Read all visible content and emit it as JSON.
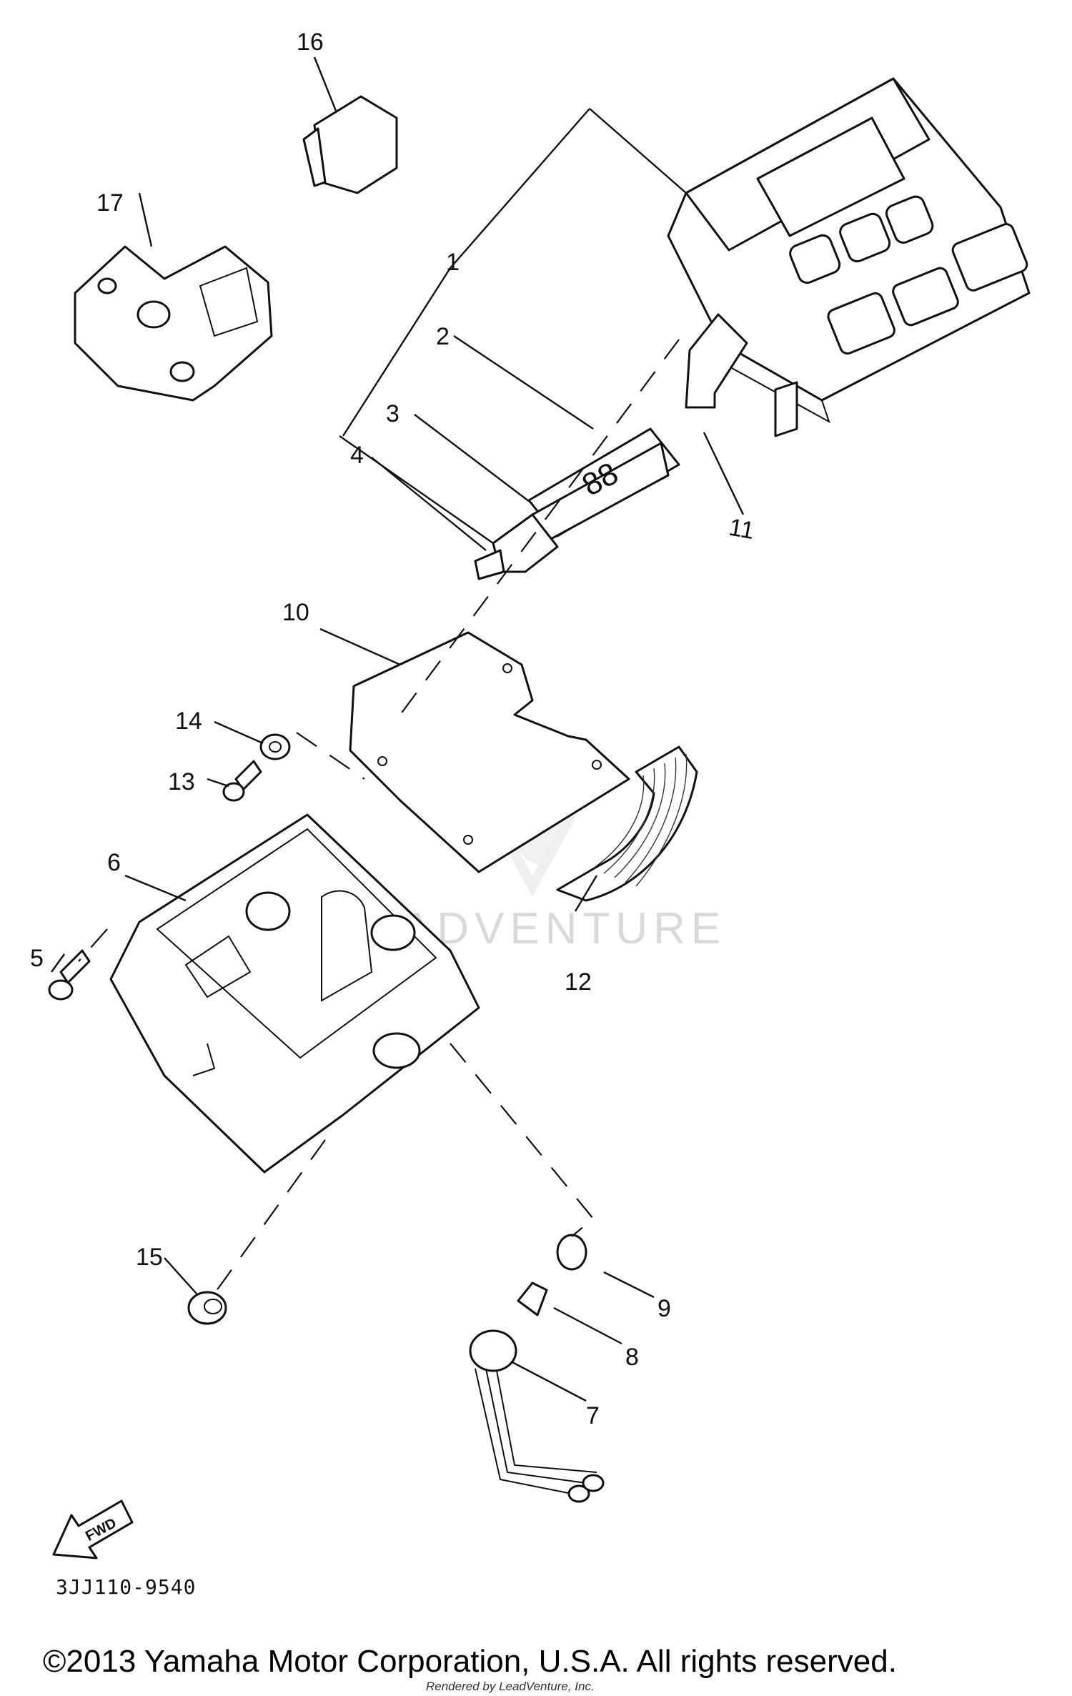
{
  "diagram": {
    "callouts": [
      "1",
      "2",
      "3",
      "4",
      "5",
      "6",
      "7",
      "8",
      "9",
      "10",
      "11",
      "12",
      "13",
      "14",
      "15",
      "16",
      "17"
    ],
    "fwd_label": "FWD",
    "watermark": "LEADVENTURE"
  },
  "footer": {
    "part_code": "3JJ110-9540",
    "copyright": "©2013 Yamaha Motor Corporation, U.S.A. All rights reserved.",
    "credit": "Rendered by LeadVenture, Inc."
  },
  "icons": [
    "fwd-arrow-icon",
    "leadventure-logo-icon"
  ]
}
